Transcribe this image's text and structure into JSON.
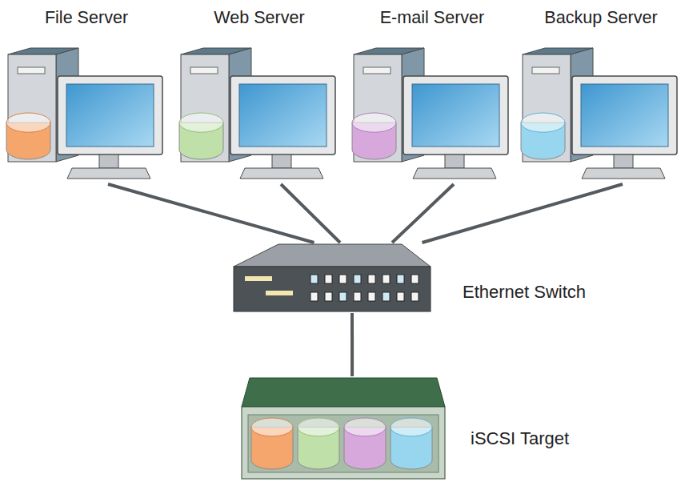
{
  "diagram": {
    "nodes": [
      {
        "text": [
          "File Server"
        ]
      },
      {
        "text": [
          "Web Server"
        ]
      },
      {
        "text": [
          "E-mail Server"
        ]
      },
      {
        "text": [
          "Backup Server"
        ]
      },
      {
        "text": [
          "Ethernet Switch"
        ]
      },
      {
        "text": [
          "iSCSI Target"
        ]
      }
    ],
    "edges": [
      {
        "from": 0,
        "to": 4,
        "arrow": "none"
      },
      {
        "from": 1,
        "to": 4,
        "arrow": "none"
      },
      {
        "from": 2,
        "to": 4,
        "arrow": "none"
      },
      {
        "from": 3,
        "to": 4,
        "arrow": "none"
      },
      {
        "from": 4,
        "to": 5,
        "arrow": "none"
      }
    ]
  }
}
